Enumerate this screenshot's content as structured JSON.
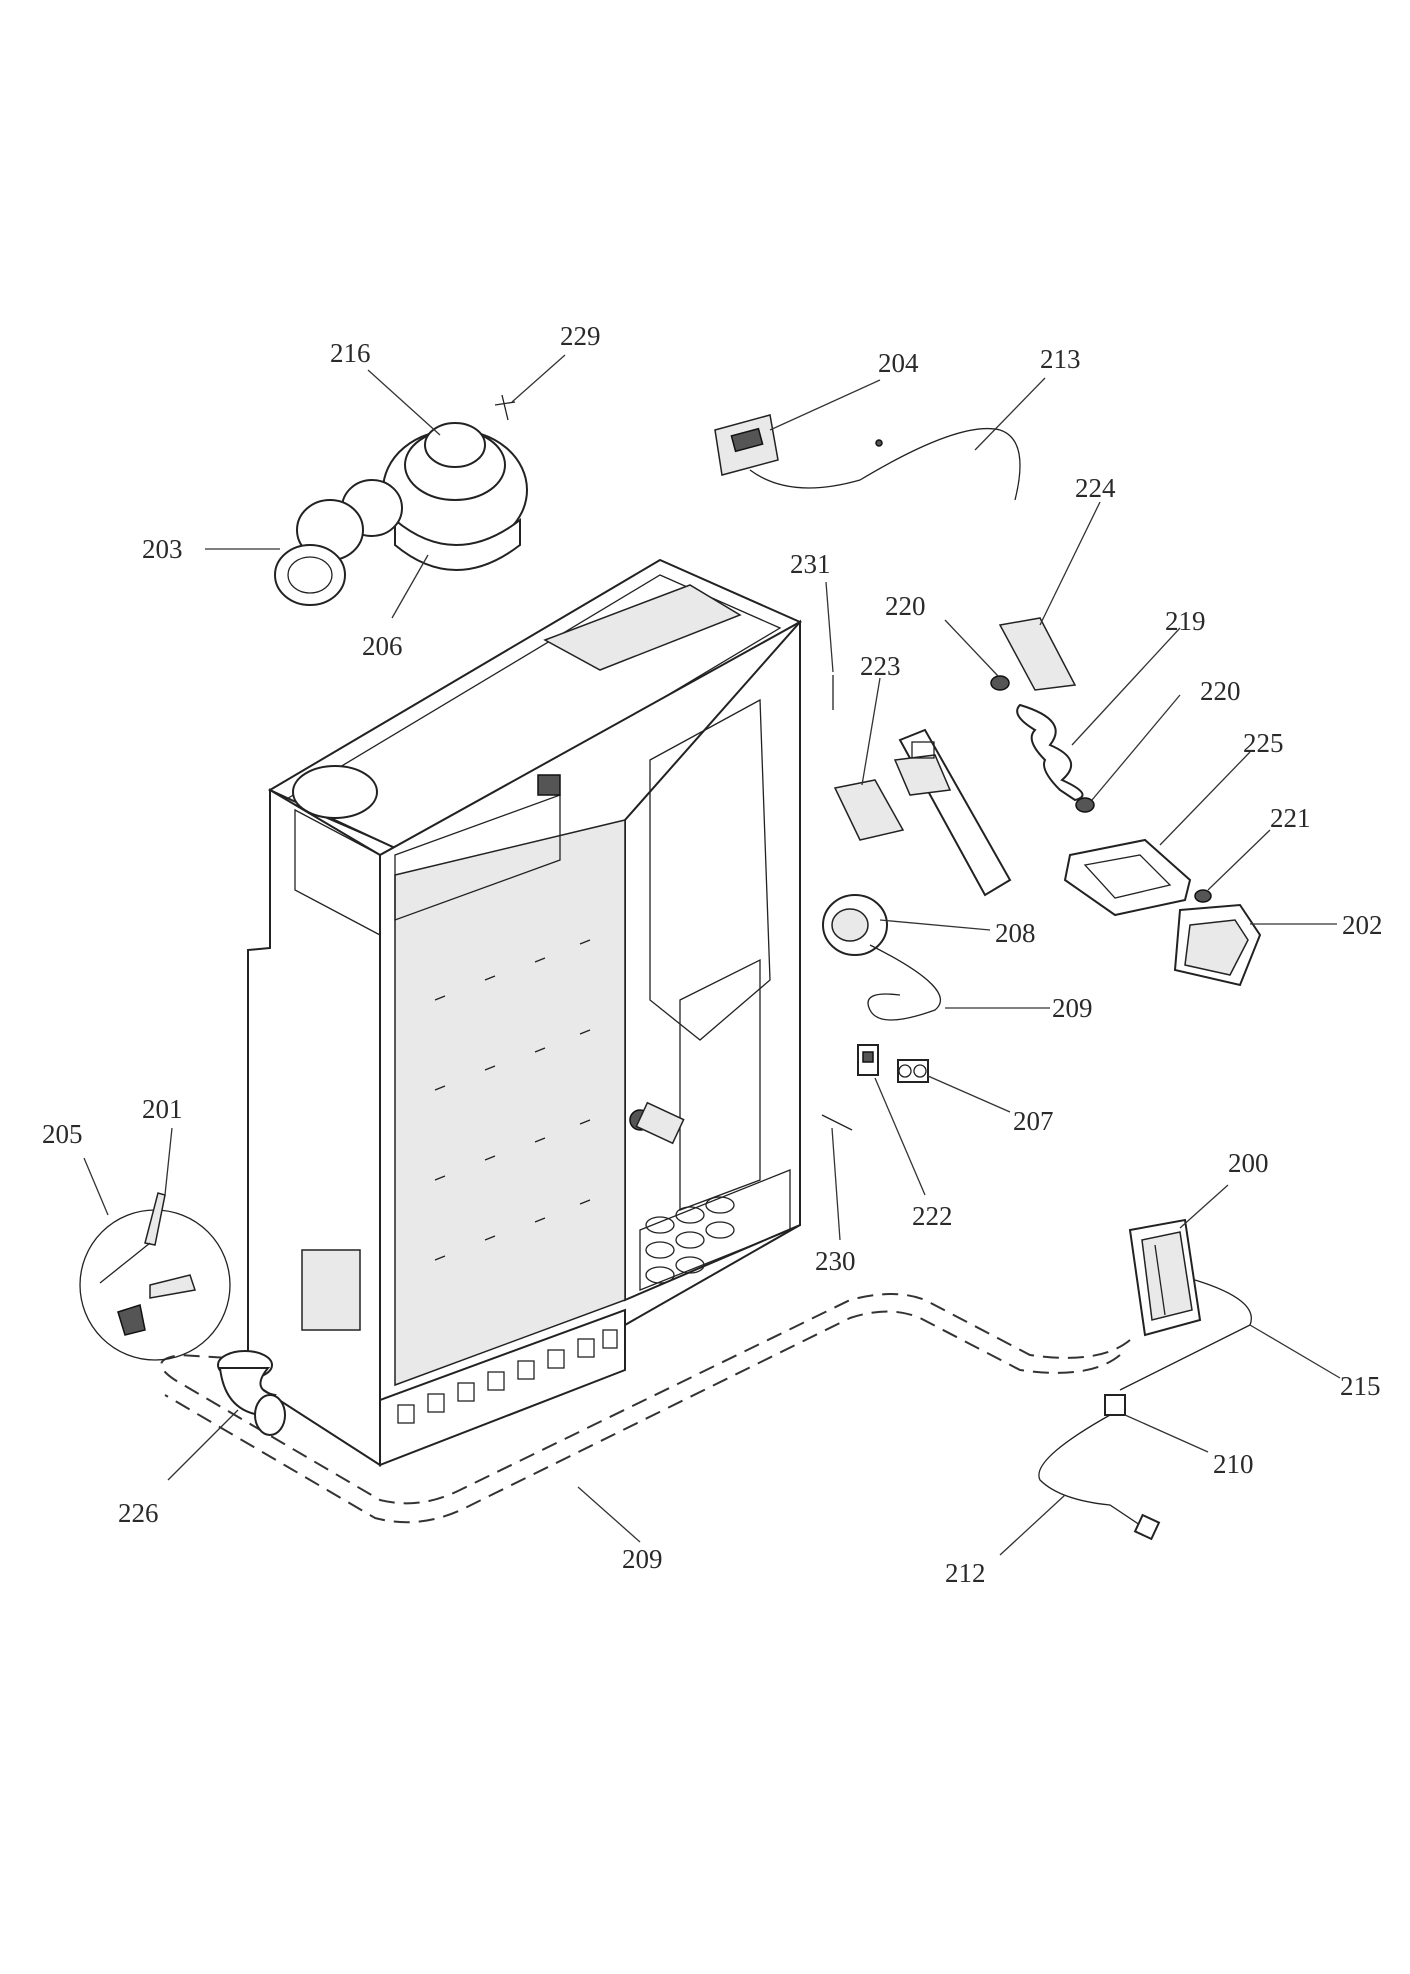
{
  "callouts": {
    "c200": "200",
    "c201": "201",
    "c202": "202",
    "c203": "203",
    "c204": "204",
    "c205": "205",
    "c206": "206",
    "c207": "207",
    "c208": "208",
    "c209a": "209",
    "c209b": "209",
    "c210": "210",
    "c212": "212",
    "c213": "213",
    "c215": "215",
    "c216": "216",
    "c219": "219",
    "c220a": "220",
    "c220b": "220",
    "c221": "221",
    "c222": "222",
    "c223": "223",
    "c224": "224",
    "c225": "225",
    "c226": "226",
    "c229": "229",
    "c230": "230",
    "c231": "231"
  }
}
